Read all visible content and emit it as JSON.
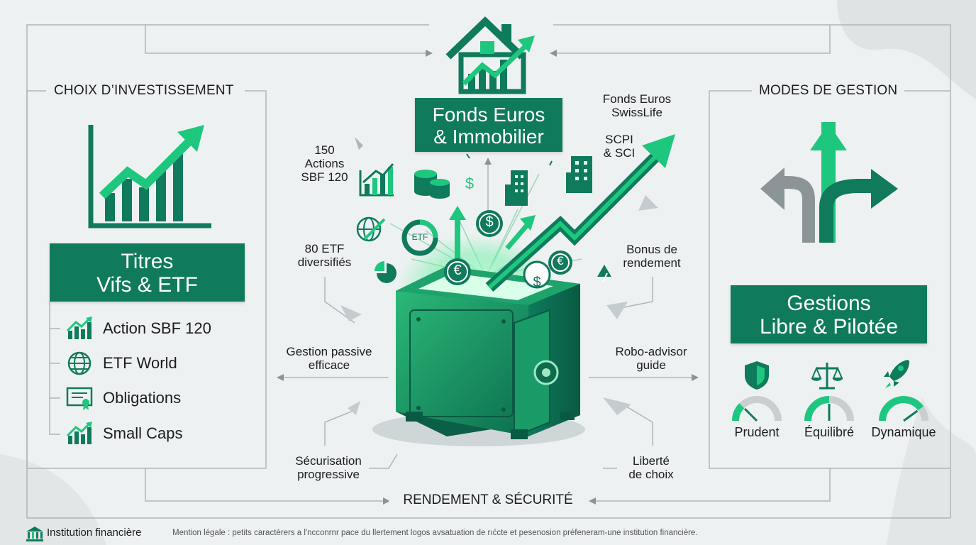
{
  "header": {
    "center_title_line1": "Fonds Euros",
    "center_title_line2": "& Immobilier"
  },
  "left_panel": {
    "section_title": "CHOIX D’INVESTISSEMENT",
    "box_line1": "Titres",
    "box_line2": "Vifs & ETF",
    "items": [
      {
        "label": "Action SBF 120",
        "icon": "bar-chart-growth-icon"
      },
      {
        "label": "ETF World",
        "icon": "globe-icon"
      },
      {
        "label": "Obligations",
        "icon": "certificate-icon"
      },
      {
        "label": "Small Caps",
        "icon": "bar-chart-growth-icon"
      }
    ]
  },
  "right_panel": {
    "section_title": "MODES DE GESTION",
    "box_line1": "Gestions",
    "box_line2": "Libre & Pilotée",
    "profiles": [
      {
        "label": "Prudent",
        "icon": "shield-icon",
        "gauge_level": 0.25
      },
      {
        "label": "Équilibré",
        "icon": "scales-icon",
        "gauge_level": 0.5
      },
      {
        "label": "Dynamique",
        "icon": "rocket-icon",
        "gauge_level": 0.8
      }
    ]
  },
  "center_labels": {
    "actions_count": "150",
    "actions_line2": "Actions",
    "actions_line3": "SBF 120",
    "etf_line1": "80 ETF",
    "etf_line2": "diversifiés",
    "passive_line1": "Gestion passive",
    "passive_line2": "efficace",
    "secur_line1": "Sécurisation",
    "secur_line2": "progressive",
    "fonds_line1": "Fonds Euros",
    "fonds_line2": "SwissLife",
    "scpi_line1": "SCPI",
    "scpi_line2": "& SCI",
    "bonus_line1": "Bonus de",
    "bonus_line2": "rendement",
    "robo_line1": "Robo-advisor",
    "robo_line2": "guide",
    "liberte_line1": "Liberté",
    "liberte_line2": "de choix",
    "etf_badge": "ETF",
    "euro_symbol": "€",
    "dollar_symbol": "$"
  },
  "footer": {
    "bottom_title": "RENDEMENT & SÉCURITÉ",
    "brand": "Institution financière",
    "legal": "Mention légale : petits caractèrers a l'ncconrnr pace du llertement logos avsatuation de rıćcte et pesenosion préfeneram-une institution financière."
  },
  "colors": {
    "primary_green": "#0f7a5c",
    "bright_green": "#1ec77e",
    "grey_arrow": "#8b9497",
    "background": "#eef1f2"
  }
}
